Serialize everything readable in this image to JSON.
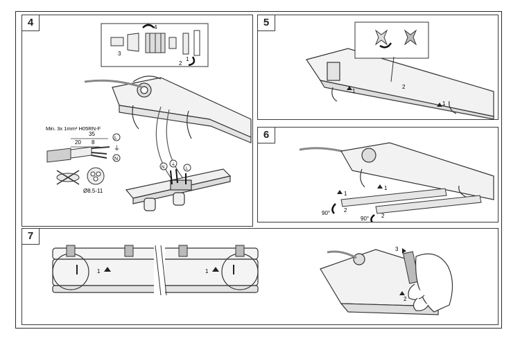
{
  "steps": {
    "step4": {
      "number": "4",
      "wire_spec": "Min. 3x 1mm² H05RN-F",
      "dim_strip_total": "35",
      "dim_20": "20",
      "dim_8": "8",
      "ground_label": "L",
      "neutral_label": "N",
      "earth_symbol": "⏚",
      "cable_diameter": "Ø8.5-11",
      "callout_1": "1",
      "callout_2": "2",
      "callout_3": "3",
      "callout_4": "4",
      "terminal_n": "N",
      "terminal_l": "L",
      "terminal_earth": "⏚"
    },
    "step5": {
      "number": "5",
      "callout_1a": "1",
      "callout_1b": "1",
      "callout_2": "2"
    },
    "step6": {
      "number": "6",
      "callout_1a": "1",
      "callout_1b": "1",
      "callout_2a": "2",
      "callout_2b": "2",
      "angle_a": "90°",
      "angle_b": "90°"
    },
    "step7": {
      "number": "7",
      "callout_1a": "1",
      "callout_1b": "1",
      "callout_2": "2",
      "callout_3": "3"
    }
  }
}
